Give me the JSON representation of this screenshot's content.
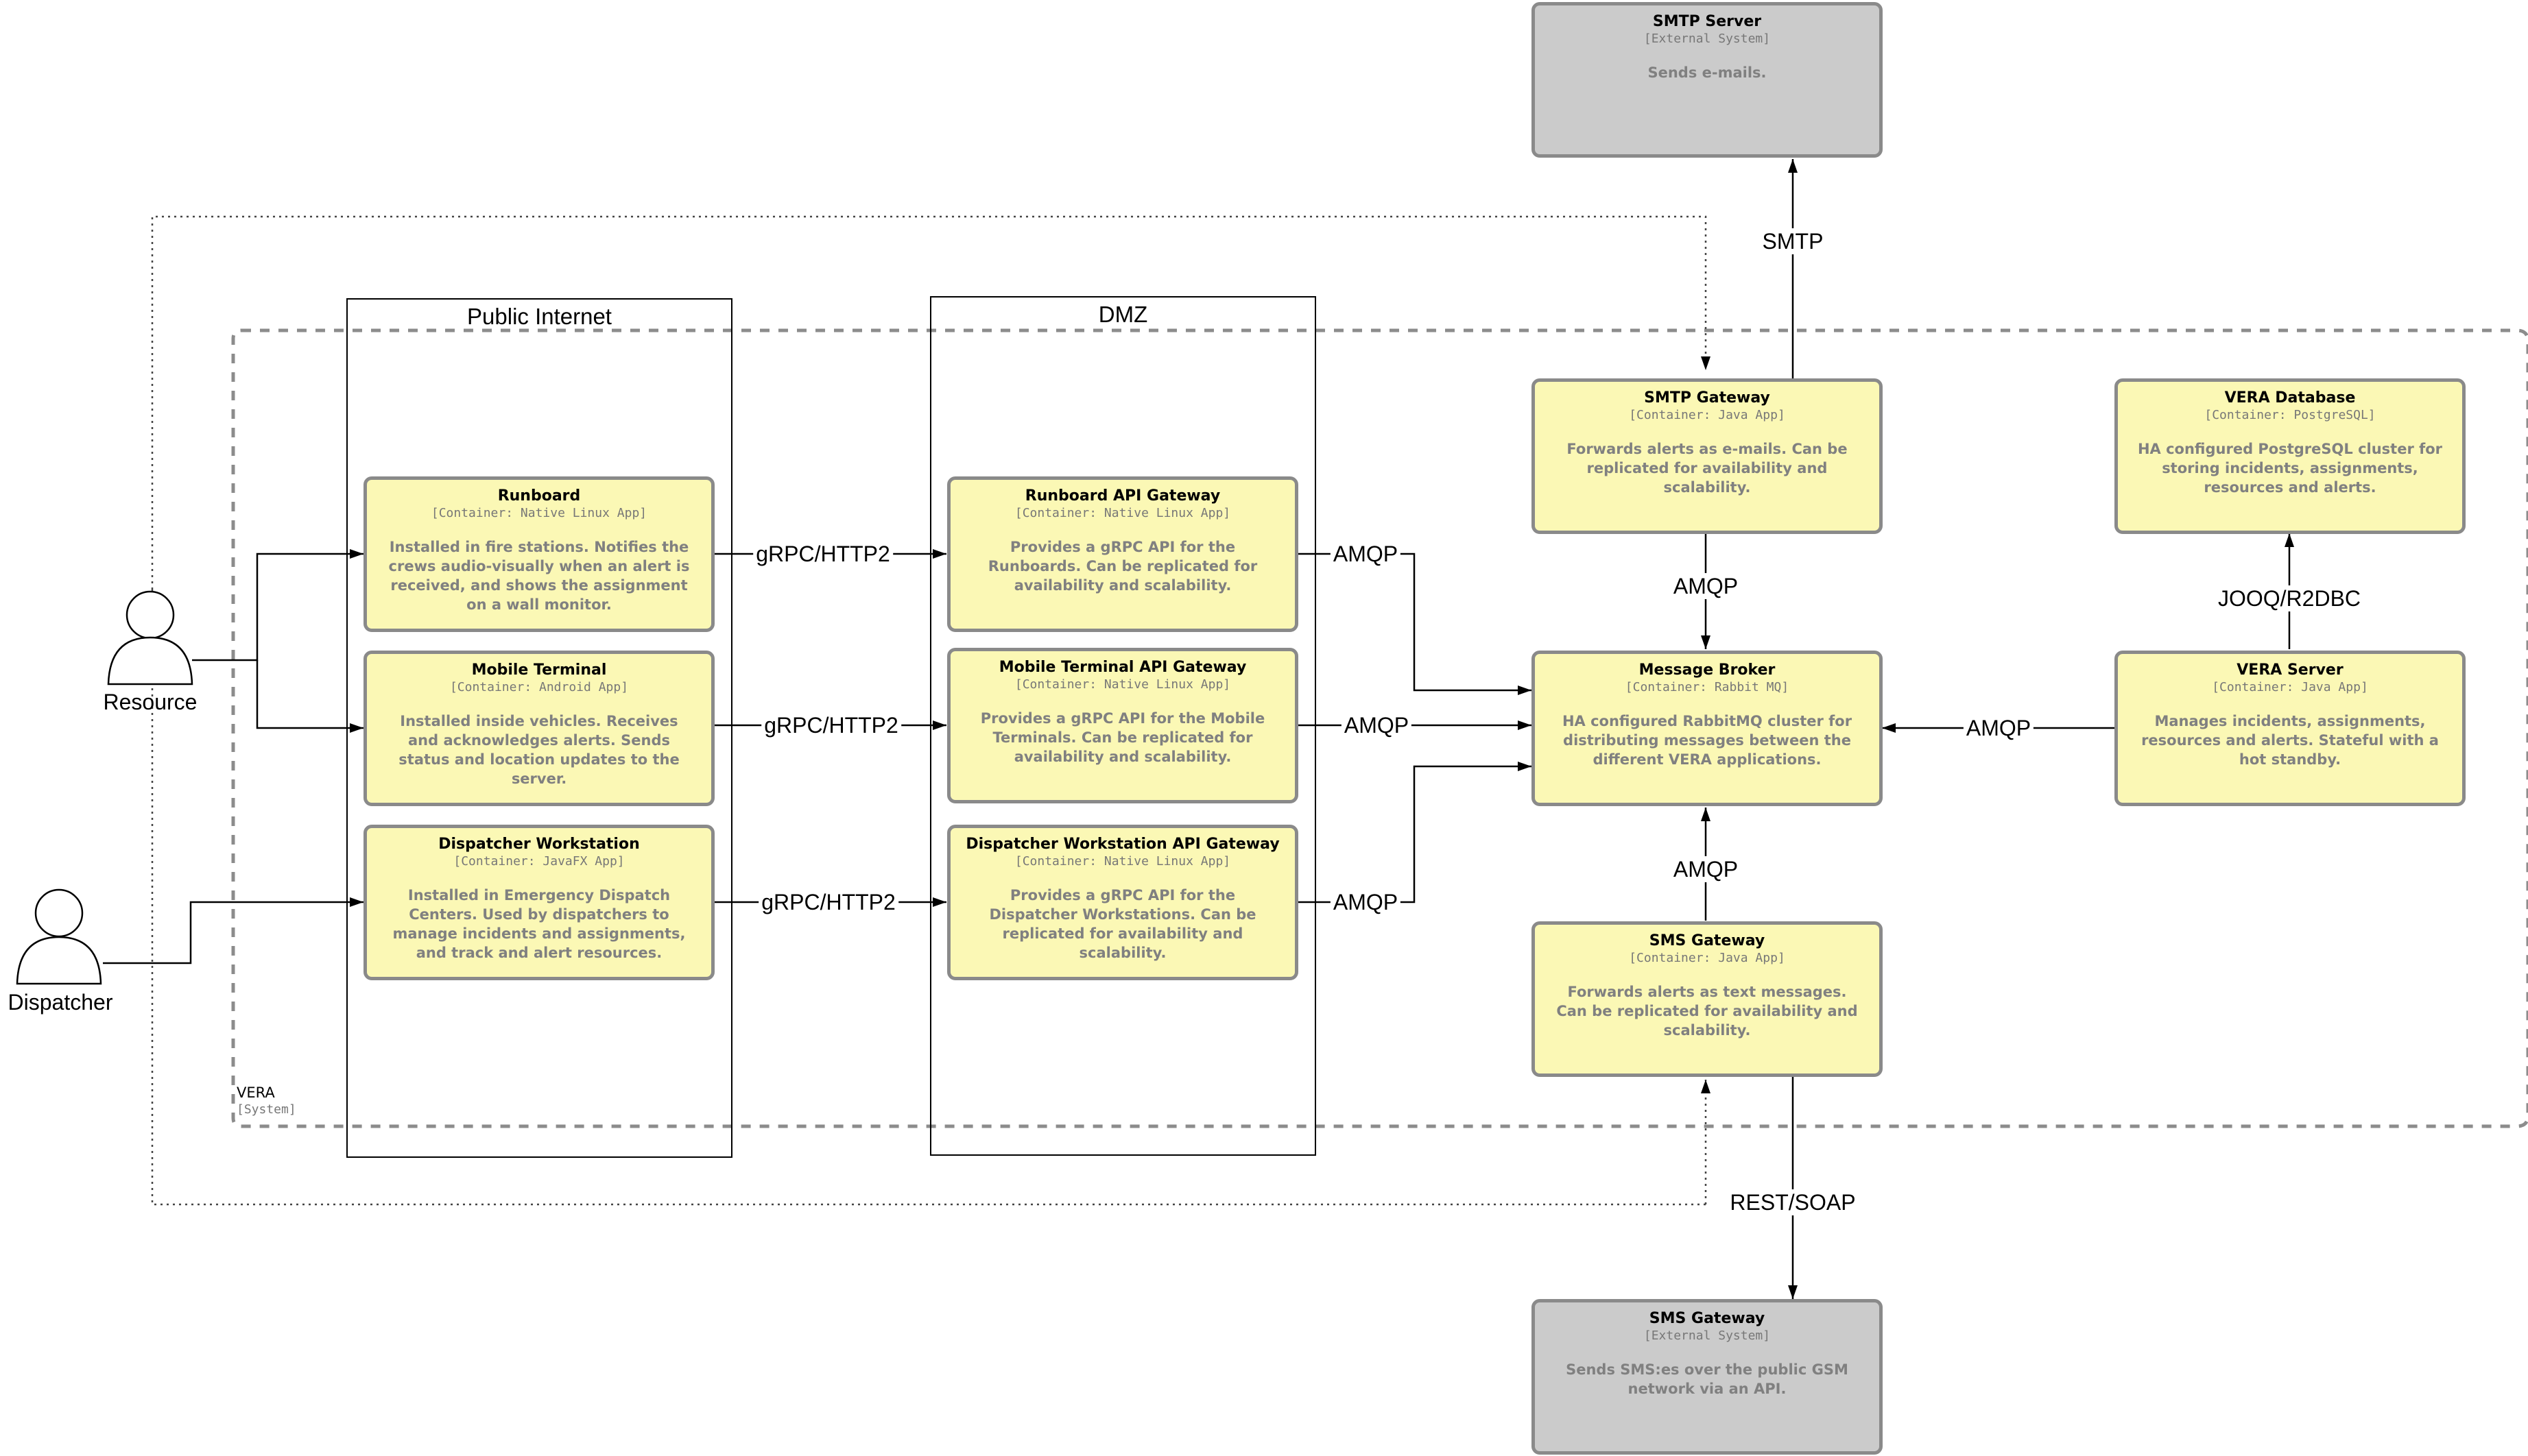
{
  "system_boundary": {
    "name": "VERA",
    "type": "[System]"
  },
  "zones": {
    "public_internet": "Public Internet",
    "dmz": "DMZ"
  },
  "people": {
    "resource": "Resource",
    "dispatcher": "Dispatcher"
  },
  "containers": {
    "runboard": {
      "title": "Runboard",
      "type": "[Container: Native Linux App]",
      "description": "Installed in fire stations. Notifies the crews audio-visually when an alert is received, and shows the assignment on a wall monitor."
    },
    "mobile_terminal": {
      "title": "Mobile Terminal",
      "type": "[Container: Android App]",
      "description": "Installed inside vehicles. Receives and acknowledges alerts. Sends status and location updates to the server."
    },
    "dispatcher_workstation": {
      "title": "Dispatcher Workstation",
      "type": "[Container: JavaFX App]",
      "description": "Installed in Emergency Dispatch Centers. Used by dispatchers to manage incidents and assignments, and track and alert resources."
    },
    "runboard_api_gateway": {
      "title": "Runboard API Gateway",
      "type": "[Container: Native Linux App]",
      "description": "Provides a gRPC API for the Runboards. Can be replicated for availability and scalability."
    },
    "mobile_terminal_api_gateway": {
      "title": "Mobile Terminal API Gateway",
      "type": "[Container: Native Linux App]",
      "description": "Provides a gRPC API for the Mobile Terminals. Can be replicated for availability and scalability."
    },
    "dispatcher_workstation_api_gateway": {
      "title": "Dispatcher Workstation API Gateway",
      "type": "[Container: Native Linux App]",
      "description": "Provides a gRPC API for the Dispatcher Workstations. Can be replicated for availability and scalability."
    },
    "smtp_gateway": {
      "title": "SMTP Gateway",
      "type": "[Container: Java App]",
      "description": "Forwards alerts as e-mails. Can be replicated for availability and scalability."
    },
    "message_broker": {
      "title": "Message Broker",
      "type": "[Container: Rabbit MQ]",
      "description": "HA configured RabbitMQ cluster for distributing messages between the different VERA applications."
    },
    "sms_gateway": {
      "title": "SMS Gateway",
      "type": "[Container: Java App]",
      "description": "Forwards alerts as text messages. Can be replicated for availability and scalability."
    },
    "vera_database": {
      "title": "VERA Database",
      "type": "[Container: PostgreSQL]",
      "description": "HA configured PostgreSQL cluster for storing incidents, assignments, resources and alerts."
    },
    "vera_server": {
      "title": "VERA Server",
      "type": "[Container: Java App]",
      "description": "Manages incidents, assignments, resources and alerts. Stateful with a hot standby."
    }
  },
  "external_systems": {
    "smtp_server": {
      "title": "SMTP Server",
      "type": "[External System]",
      "description": "Sends e-mails."
    },
    "sms_gateway_ext": {
      "title": "SMS Gateway",
      "type": "[External System]",
      "description": "Sends SMS:es over the public GSM network via an API."
    }
  },
  "relationships": {
    "runboard_to_gateway": "gRPC/HTTP2",
    "mobile_to_gateway": "gRPC/HTTP2",
    "dispatcher_to_gateway": "gRPC/HTTP2",
    "runboard_gw_to_broker": "AMQP",
    "mobile_gw_to_broker": "AMQP",
    "dispatcher_gw_to_broker": "AMQP",
    "smtp_gw_to_broker": "AMQP",
    "sms_gw_to_broker": "AMQP",
    "server_to_broker": "AMQP",
    "server_to_database": "JOOQ/R2DBC",
    "smtp_gw_to_smtp_server": "SMTP",
    "sms_gw_to_sms_ext": "REST/SOAP"
  },
  "colors": {
    "container_fill": "#fbf8b5",
    "external_fill": "#cbcbcb",
    "border": "#8a8a8a"
  }
}
